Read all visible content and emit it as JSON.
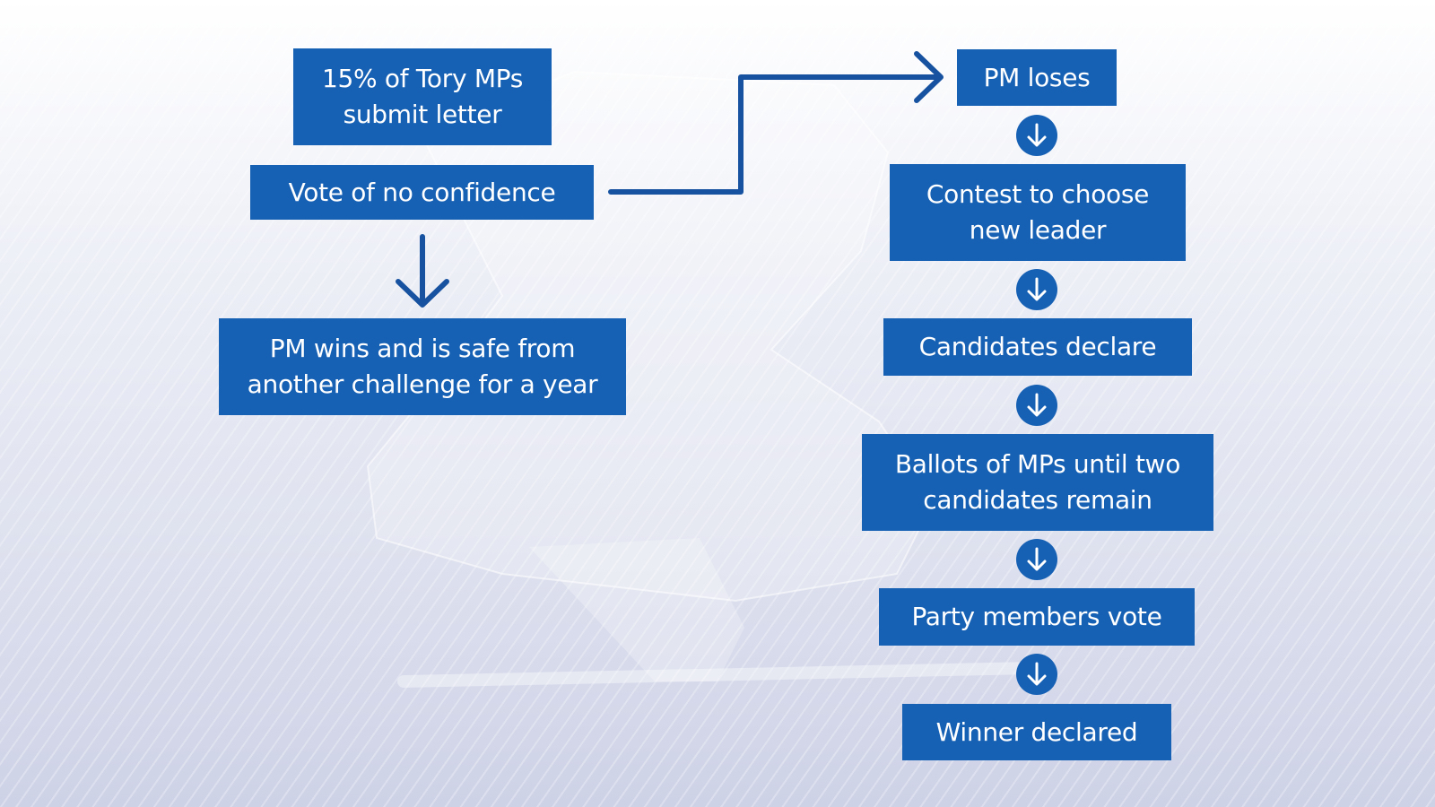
{
  "colors": {
    "box": "#1761b5",
    "arrow": "#1752a0"
  },
  "left_flow": {
    "trigger": "15% of Tory MPs submit letter",
    "vote": "Vote of no confidence",
    "win": "PM wins and is safe from another challenge for a year"
  },
  "right_flow": {
    "loses": "PM loses",
    "contest": "Contest to choose new leader",
    "declare": "Candidates declare",
    "ballots": "Ballots of MPs until two candidates remain",
    "members": "Party members vote",
    "winner": "Winner declared"
  },
  "icons": {
    "step_arrow": "arrow-down-circle-icon",
    "flow_arrow": "arrow-icon"
  }
}
